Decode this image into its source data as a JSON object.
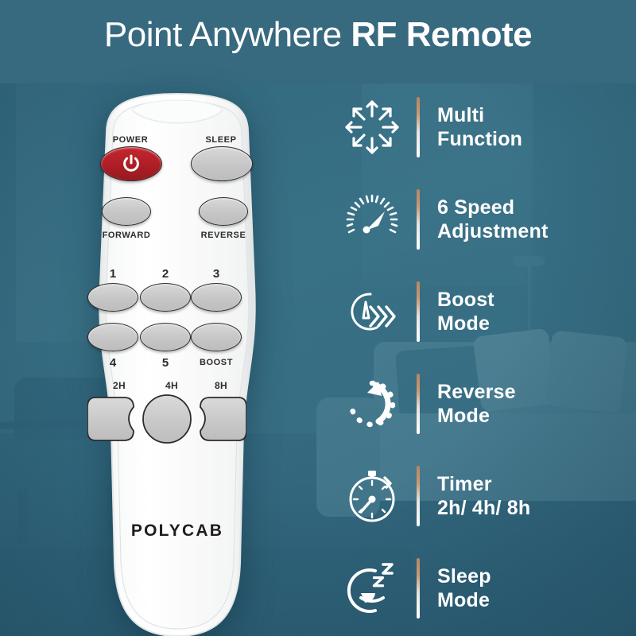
{
  "title": {
    "light_part": "Point Anywhere ",
    "bold_part": "RF Remote"
  },
  "colors": {
    "background_teal": "#37697f",
    "background_teal_light": "#4a8498",
    "power_red": "#b02028",
    "divider_copper": "#b88560",
    "divider_white": "#ffffff",
    "button_grey": "#cccccc",
    "text_white": "#ffffff",
    "label_dark": "#2c2c2c"
  },
  "remote": {
    "brand": "POLYCAB",
    "buttons": [
      {
        "id": "power",
        "label": "POWER",
        "label_position": "above",
        "style": "red-oval",
        "icon": "power-icon"
      },
      {
        "id": "sleep",
        "label": "SLEEP",
        "label_position": "above",
        "style": "grey-oval"
      },
      {
        "id": "forward",
        "label": "FORWARD",
        "label_position": "below",
        "style": "grey-oval"
      },
      {
        "id": "reverse",
        "label": "REVERSE",
        "label_position": "below",
        "style": "grey-oval"
      },
      {
        "id": "speed-1",
        "label": "1",
        "label_position": "above",
        "style": "grey-oval"
      },
      {
        "id": "speed-2",
        "label": "2",
        "label_position": "above",
        "style": "grey-oval"
      },
      {
        "id": "speed-3",
        "label": "3",
        "label_position": "above",
        "style": "grey-oval"
      },
      {
        "id": "speed-4",
        "label": "4",
        "label_position": "below",
        "style": "grey-oval"
      },
      {
        "id": "speed-5",
        "label": "5",
        "label_position": "below",
        "style": "grey-oval"
      },
      {
        "id": "boost",
        "label": "BOOST",
        "label_position": "below",
        "style": "grey-oval"
      },
      {
        "id": "timer-2h",
        "label": "2H",
        "label_position": "above",
        "style": "grey-notched-left"
      },
      {
        "id": "timer-4h",
        "label": "4H",
        "label_position": "above",
        "style": "grey-circle"
      },
      {
        "id": "timer-8h",
        "label": "8H",
        "label_position": "above",
        "style": "grey-notched-right"
      }
    ]
  },
  "features": [
    {
      "icon": "multi-direction-arrows-icon",
      "line1": "Multi",
      "line2": "Function"
    },
    {
      "icon": "speedometer-icon",
      "line1": "6 Speed",
      "line2": "Adjustment"
    },
    {
      "icon": "boost-gauge-chevrons-icon",
      "line1": "Boost",
      "line2": "Mode"
    },
    {
      "icon": "reverse-circular-arrow-icon",
      "line1": "Reverse",
      "line2": "Mode"
    },
    {
      "icon": "stopwatch-icon",
      "line1": "Timer",
      "line2": "2h/ 4h/ 8h"
    },
    {
      "icon": "sleep-face-zzz-icon",
      "line1": "Sleep",
      "line2": "Mode"
    }
  ]
}
